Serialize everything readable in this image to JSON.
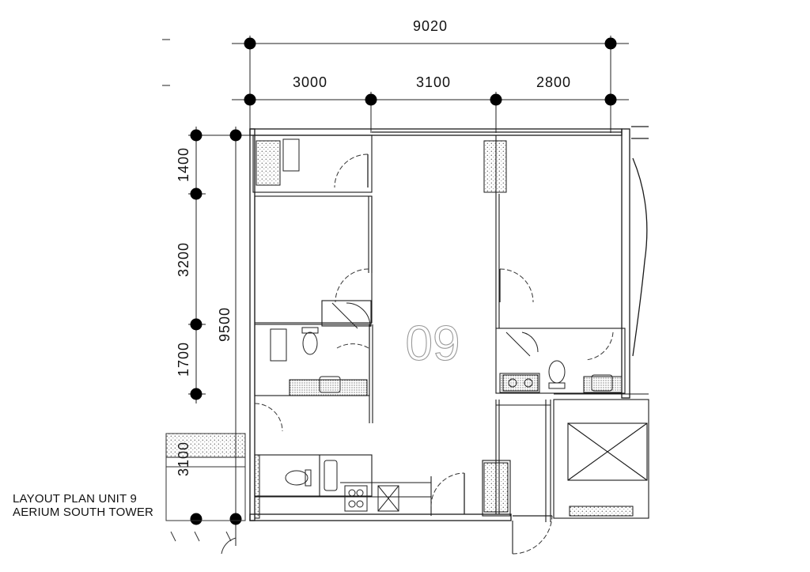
{
  "plan": {
    "overall_width": "9020",
    "spans": [
      "3000",
      "3100",
      "2800"
    ],
    "overall_depth": "9500",
    "depth_spans": [
      "1400",
      "3200",
      "1700"
    ],
    "annex_dimension": "3100",
    "unit_number": "09"
  },
  "caption": {
    "line1": "LAYOUT PLAN UNIT 9",
    "line2": "AERIUM SOUTH TOWER"
  },
  "colors": {
    "line": "#1a1a1a",
    "hatch": "#555555",
    "room_number": "#9a9a9a"
  }
}
